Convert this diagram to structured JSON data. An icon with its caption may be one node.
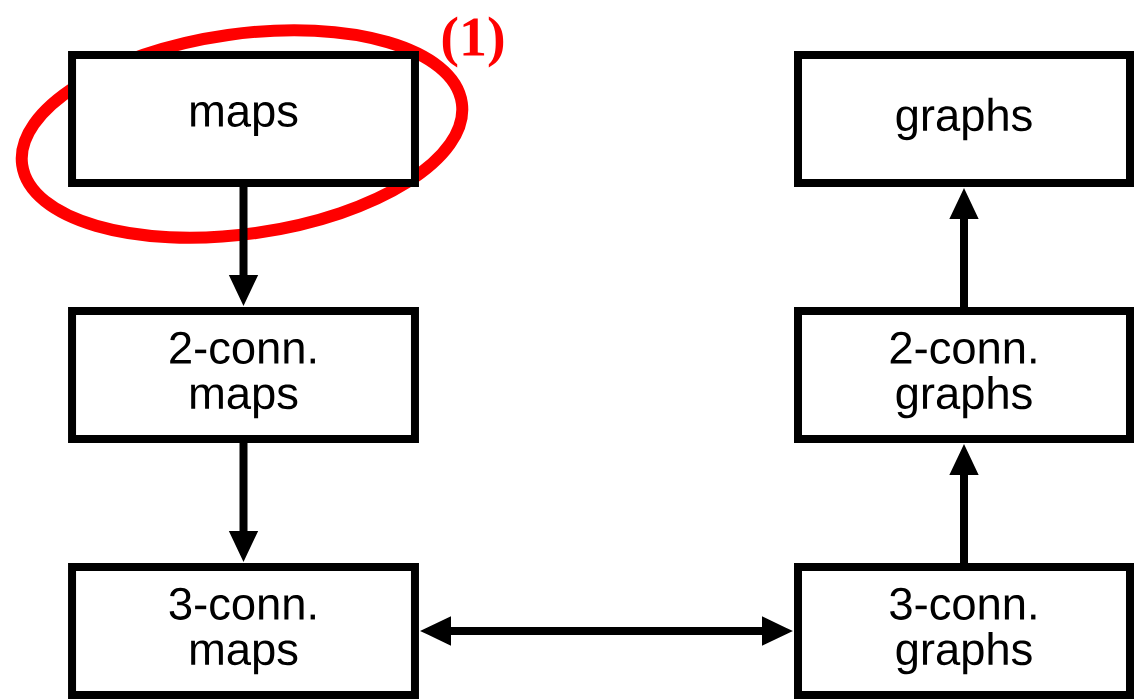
{
  "diagram": {
    "nodes": [
      {
        "text": [
          "maps"
        ]
      },
      {
        "text": [
          "graphs"
        ]
      },
      {
        "text": [
          "2-conn. maps"
        ]
      },
      {
        "text": [
          "2-conn. graphs"
        ]
      },
      {
        "text": [
          "3-conn. maps"
        ]
      },
      {
        "text": [
          "3-conn. graphs"
        ]
      }
    ],
    "edges": [
      {
        "from": 0,
        "to": 2,
        "arrow": "to"
      },
      {
        "from": 2,
        "to": 4,
        "arrow": "to"
      },
      {
        "from": 4,
        "to": 5,
        "arrow": "both"
      },
      {
        "from": 5,
        "to": 3,
        "arrow": "to"
      },
      {
        "from": 3,
        "to": 1,
        "arrow": "to"
      }
    ],
    "labels": [
      "(1)"
    ]
  }
}
